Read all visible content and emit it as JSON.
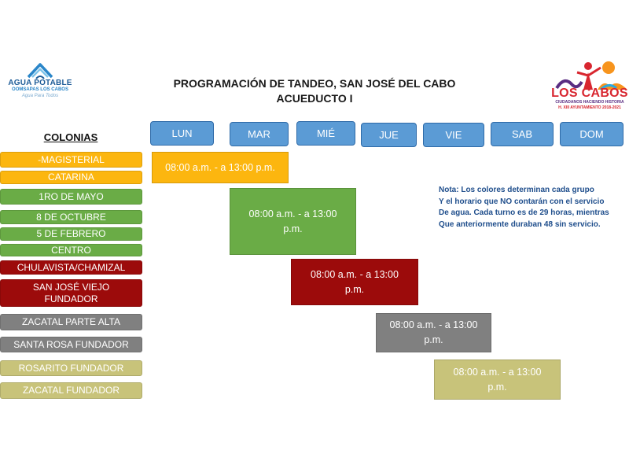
{
  "header": {
    "title_line1": "PROGRAMACIÓN DE TANDEO, SAN JOSÉ DEL CABO",
    "title_line2": "ACUEDUCTO I"
  },
  "logos": {
    "left": {
      "name": "AGUA POTABLE",
      "sub": "OOMSAPAS LOS CABOS",
      "tag": "Agua Para Todos",
      "color": "#1c5b97"
    },
    "right": {
      "name": "LOS CABOS",
      "sub1": "CIUDADANOS HACIENDO HISTORIA",
      "sub2": "H. XIII AYUNTAMIENTO 2018-2021",
      "color": "#d8262f"
    }
  },
  "colonias_header": "COLONIAS",
  "days": [
    "LUN",
    "MAR",
    "MIÉ",
    "JUE",
    "VIE",
    "SAB",
    "DOM"
  ],
  "colonias": [
    {
      "label": "-MAGISTERIAL",
      "group": "yellow"
    },
    {
      "label": "CATARINA",
      "group": "yellow"
    },
    {
      "label": "1RO DE MAYO",
      "group": "green"
    },
    {
      "label": "8 DE OCTUBRE",
      "group": "green"
    },
    {
      "label": "5 DE FEBRERO",
      "group": "green"
    },
    {
      "label": "CENTRO",
      "group": "green"
    },
    {
      "label": "CHULAVISTA/CHAMIZAL",
      "group": "red"
    },
    {
      "label": "SAN JOSÉ VIEJO FUNDADOR",
      "group": "red"
    },
    {
      "label": "ZACATAL PARTE ALTA",
      "group": "gray"
    },
    {
      "label": "SANTA ROSA FUNDADOR",
      "group": "gray"
    },
    {
      "label": "ROSARITO FUNDADOR",
      "group": "olive"
    },
    {
      "label": "ZACATAL FUNDADOR",
      "group": "olive"
    }
  ],
  "schedule": [
    {
      "group": "yellow",
      "text": "08:00 a.m. -  a 13:00 p.m."
    },
    {
      "group": "green",
      "line1": "08:00 a.m. -  a 13:00",
      "line2": "p.m."
    },
    {
      "group": "red",
      "line1": "08:00 a.m. -  a 13:00",
      "line2": "p.m."
    },
    {
      "group": "gray",
      "line1": "08:00 a.m. -  a 13:00",
      "line2": "p.m."
    },
    {
      "group": "olive",
      "line1": "08:00 a.m. -  a 13:00",
      "line2": "p.m."
    }
  ],
  "nota": {
    "line1": "Nota: Los colores determinan cada grupo",
    "line2": "Y el horario que NO contarán con el servicio",
    "line3": "De agua.  Cada turno es de 29 horas, mientras",
    "line4": "Que anteriormente duraban 48 sin servicio."
  },
  "colors": {
    "day_button": "#5b9bd5",
    "yellow": "#fcb60f",
    "green": "#6aac46",
    "red": "#9c0b0b",
    "gray": "#808080",
    "olive": "#c8c37a",
    "nota_text": "#1f4e8c"
  }
}
